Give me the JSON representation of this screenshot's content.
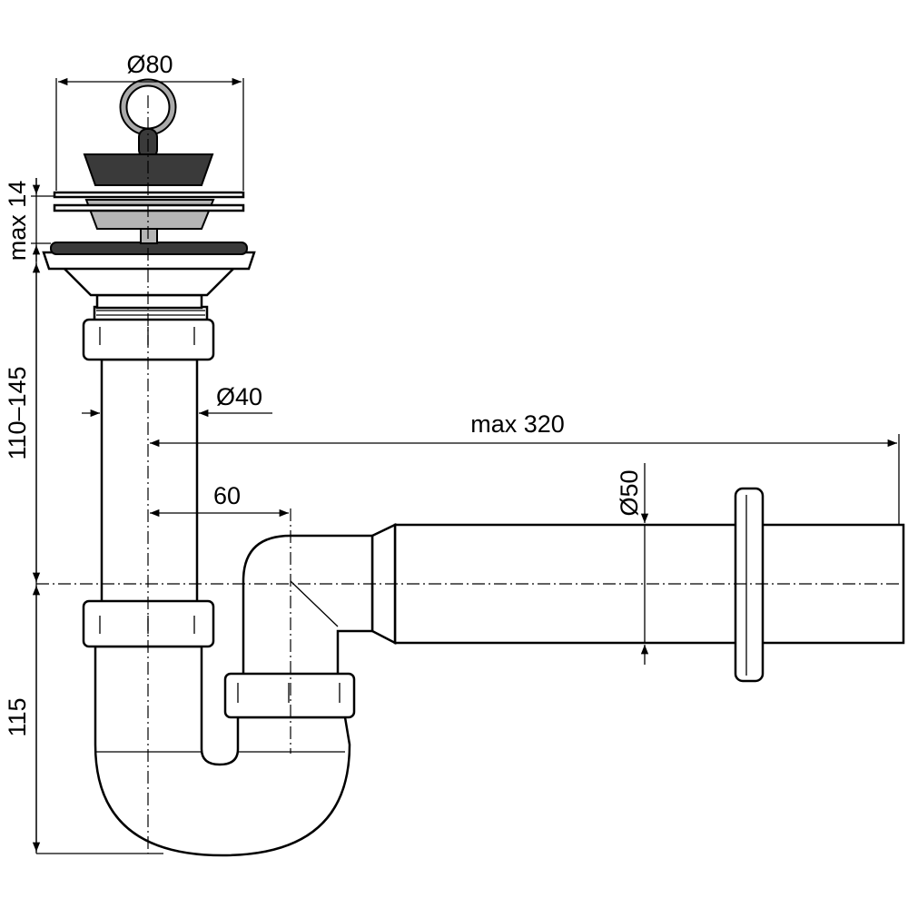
{
  "diagram": {
    "title": "Sink siphon with stopper and wall outlet",
    "dimensions": {
      "stopper_diameter": "Ø80",
      "flange_height": "max 14",
      "inlet_height": "110–145",
      "inlet_diameter": "Ø40",
      "outlet_length": "max 320",
      "offset": "60",
      "outlet_diameter": "Ø50",
      "trap_depth": "115"
    },
    "colors": {
      "line": "#000000",
      "stopper": "#3a3a3a",
      "strainer": "#b5b5b5"
    }
  }
}
